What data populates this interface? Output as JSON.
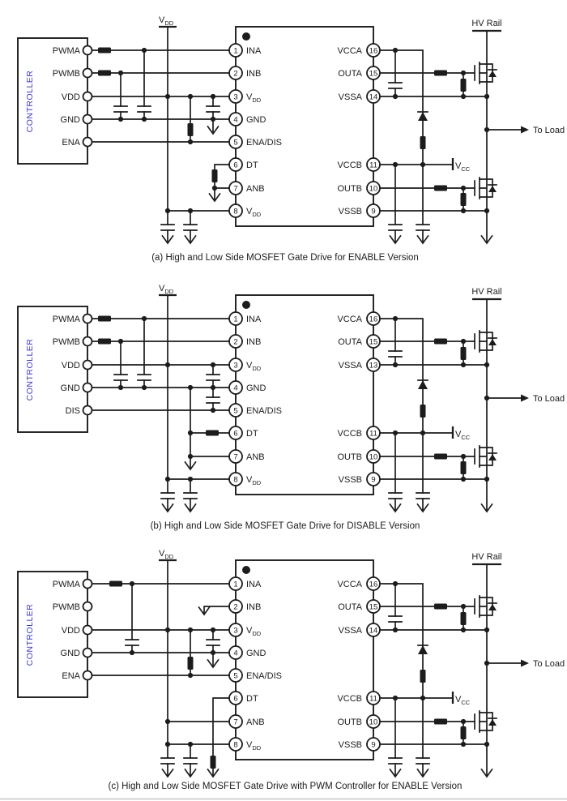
{
  "page": {
    "background": "#ffffff",
    "ink_color": "#1c1c1c",
    "controller_text_color": "#3b3bd8"
  },
  "shared": {
    "controller_label": "CONTROLLER",
    "vdd": {
      "main": "V",
      "sub": "DD"
    },
    "vcc": {
      "main": "V",
      "sub": "CC"
    },
    "hv_rail": "HV Rail",
    "to_load": "To Load"
  },
  "diagrams": [
    {
      "id": "a",
      "caption": "(a) High and Low Side MOSFET Gate Drive for ENABLE Version",
      "ctl": [
        "PWMA",
        "PWMB",
        "VDD",
        "GND",
        "ENA"
      ],
      "lp": [
        {
          "n": "1",
          "t": "INA",
          "s": ""
        },
        {
          "n": "2",
          "t": "INB",
          "s": ""
        },
        {
          "n": "3",
          "t": "V",
          "s": "DD"
        },
        {
          "n": "4",
          "t": "GND",
          "s": ""
        },
        {
          "n": "5",
          "t": "ENA/DIS",
          "s": ""
        },
        {
          "n": "6",
          "t": "DT",
          "s": ""
        },
        {
          "n": "7",
          "t": "ANB",
          "s": ""
        },
        {
          "n": "8",
          "t": "V",
          "s": "DD"
        }
      ],
      "rp": [
        {
          "n": "16",
          "t": "VCCA"
        },
        {
          "n": "15",
          "t": "OUTA"
        },
        {
          "n": "14",
          "t": "VSSA"
        },
        {
          "n": "11",
          "t": "VCCB"
        },
        {
          "n": "10",
          "t": "OUTB"
        },
        {
          "n": "9",
          "t": "VSSB"
        }
      ]
    },
    {
      "id": "b",
      "caption": "(b) High and Low Side MOSFET Gate Drive for DISABLE Version",
      "ctl": [
        "PWMA",
        "PWMB",
        "VDD",
        "GND",
        "DIS"
      ],
      "lp": [
        {
          "n": "1",
          "t": "INA",
          "s": ""
        },
        {
          "n": "2",
          "t": "INB",
          "s": ""
        },
        {
          "n": "3",
          "t": "V",
          "s": "DD"
        },
        {
          "n": "4",
          "t": "GND",
          "s": ""
        },
        {
          "n": "5",
          "t": "ENA/DIS",
          "s": ""
        },
        {
          "n": "6",
          "t": "DT",
          "s": ""
        },
        {
          "n": "7",
          "t": "ANB",
          "s": ""
        },
        {
          "n": "8",
          "t": "V",
          "s": "DD"
        }
      ],
      "rp": [
        {
          "n": "16",
          "t": "VCCA"
        },
        {
          "n": "15",
          "t": "OUTA"
        },
        {
          "n": "13",
          "t": "VSSA"
        },
        {
          "n": "11",
          "t": "VCCB"
        },
        {
          "n": "10",
          "t": "OUTB"
        },
        {
          "n": "9",
          "t": "VSSB"
        }
      ]
    },
    {
      "id": "c",
      "caption": "(c) High and Low Side MOSFET Gate Drive with PWM Controller for ENABLE Version",
      "ctl": [
        "PWMA",
        "PWMB",
        "VDD",
        "GND",
        "ENA"
      ],
      "lp": [
        {
          "n": "1",
          "t": "INA",
          "s": ""
        },
        {
          "n": "2",
          "t": "INB",
          "s": ""
        },
        {
          "n": "3",
          "t": "V",
          "s": "DD"
        },
        {
          "n": "4",
          "t": "GND",
          "s": ""
        },
        {
          "n": "5",
          "t": "ENA/DIS",
          "s": ""
        },
        {
          "n": "6",
          "t": "DT",
          "s": ""
        },
        {
          "n": "7",
          "t": "ANB",
          "s": ""
        },
        {
          "n": "8",
          "t": "V",
          "s": "DD"
        }
      ],
      "rp": [
        {
          "n": "16",
          "t": "VCCA"
        },
        {
          "n": "15",
          "t": "OUTA"
        },
        {
          "n": "14",
          "t": "VSSA"
        },
        {
          "n": "11",
          "t": "VCCB"
        },
        {
          "n": "10",
          "t": "OUTB"
        },
        {
          "n": "9",
          "t": "VSSB"
        }
      ]
    }
  ]
}
